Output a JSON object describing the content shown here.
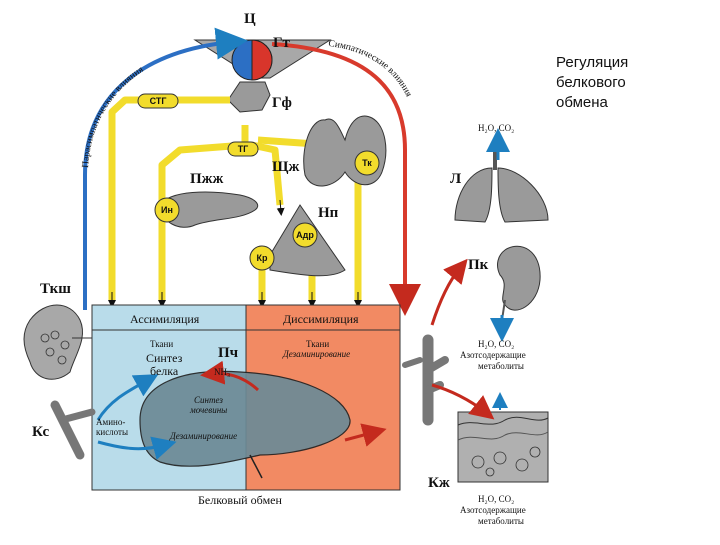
{
  "slide_title": [
    "Регуляция",
    "белкового",
    "обмена"
  ],
  "center": {
    "cortex": "Ц",
    "hypothalamus": "Гт",
    "pituitary": "Гф"
  },
  "influences": {
    "parasympathetic": "Парасимпатические влияния",
    "sympathetic": "Симпатические влияния"
  },
  "hormones": {
    "stg": "СТГ",
    "tg": "ТГ",
    "insulin": "Ин",
    "adrenaline": "Адр",
    "cortisol": "Кр",
    "thyroid": "Тк"
  },
  "organs": {
    "pancreas": "Пжж",
    "thyroid_gland": "Щж",
    "adrenal": "Нп",
    "intestine_wall": "Ткш",
    "blood_vessels": "Кс",
    "liver": "Пч",
    "lungs": "Л",
    "kidney": "Пк",
    "skin": "Кж"
  },
  "panel": {
    "assimilation": "Ассимиляция",
    "dissimilation": "Диссимиляция",
    "tissue_left": "Ткани",
    "synthesis_line1": "Синтез",
    "synthesis_line2": "белка",
    "tissue_right": "Ткани",
    "deamination_right": "Дезаминирование",
    "nh3": "NH₃",
    "liver_synth1": "Синтез",
    "liver_synth2": "мочевины",
    "liver_deamin": "Дезаминирование",
    "amino1": "Амино-",
    "amino2": "кислоты",
    "caption": "Белковый обмен"
  },
  "excretion": {
    "lungs_products": "H₂O, CO₂",
    "kidney_products1": "H₂O, CO₂",
    "kidney_products2": "Азотсодержащие",
    "kidney_products3": "метаболиты",
    "skin_products1": "H₂O, CO₂",
    "skin_products2": "Азотсодержащие",
    "skin_products3": "метаболиты"
  },
  "colors": {
    "yellow_path": "#f2dc2c",
    "red_path": "#d83a2c",
    "blue_path": "#1e7fc0",
    "assimilation_bg": "#b9dcea",
    "dissimilation_bg": "#f28a63",
    "gray_organ": "#9a9a9a",
    "cortex_blue": "#2c6fc4",
    "cortex_red": "#d8352b"
  }
}
